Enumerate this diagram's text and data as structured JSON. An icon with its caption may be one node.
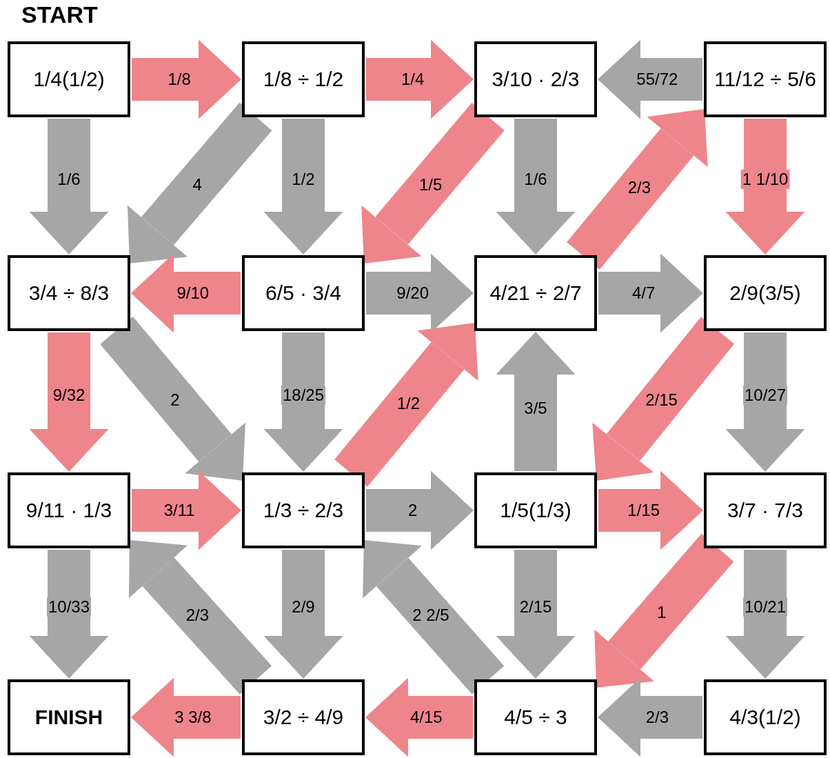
{
  "diagram": {
    "nodes": [
      {
        "text": [
          "START",
          "1/4(1/2)"
        ]
      },
      {
        "text": [
          "1/8 ÷ 1/2"
        ]
      },
      {
        "text": [
          "3/10 · 2/3"
        ]
      },
      {
        "text": [
          "11/12 ÷ 5/6"
        ]
      },
      {
        "text": [
          "3/4 ÷ 8/3"
        ]
      },
      {
        "text": [
          "6/5 · 3/4"
        ]
      },
      {
        "text": [
          "4/21 ÷ 2/7"
        ]
      },
      {
        "text": [
          "2/9(3/5)"
        ]
      },
      {
        "text": [
          "9/11 · 1/3"
        ]
      },
      {
        "text": [
          "1/3 ÷ 2/3"
        ]
      },
      {
        "text": [
          "1/5(1/3)"
        ]
      },
      {
        "text": [
          "3/7 · 7/3"
        ]
      },
      {
        "text": [
          "FINISH"
        ]
      },
      {
        "text": [
          "3/2 ÷ 4/9"
        ]
      },
      {
        "text": [
          "4/5 ÷ 3"
        ]
      },
      {
        "text": [
          "4/3(1/2)"
        ]
      }
    ],
    "edges": [
      {
        "from": 0,
        "to": 1,
        "arrow": "to",
        "label": "1/8",
        "color": "#ee858b"
      },
      {
        "from": 1,
        "to": 2,
        "arrow": "to",
        "label": "1/4",
        "color": "#ee858b"
      },
      {
        "from": 3,
        "to": 2,
        "arrow": "to",
        "label": "55/72"
      },
      {
        "from": 0,
        "to": 4,
        "arrow": "to",
        "label": "1/6"
      },
      {
        "from": 1,
        "to": 4,
        "arrow": "to",
        "label": "4"
      },
      {
        "from": 1,
        "to": 5,
        "arrow": "to",
        "label": "1/2"
      },
      {
        "from": 2,
        "to": 5,
        "arrow": "to",
        "label": "1/5",
        "color": "#ee858b"
      },
      {
        "from": 2,
        "to": 6,
        "arrow": "to",
        "label": "1/6"
      },
      {
        "from": 6,
        "to": 3,
        "arrow": "to",
        "label": "2/3",
        "color": "#ee858b"
      },
      {
        "from": 3,
        "to": 7,
        "arrow": "to",
        "label": "1 1/10",
        "color": "#ee858b"
      },
      {
        "from": 5,
        "to": 4,
        "arrow": "to",
        "label": "9/10",
        "color": "#ee858b"
      },
      {
        "from": 5,
        "to": 6,
        "arrow": "to",
        "label": "9/20"
      },
      {
        "from": 6,
        "to": 7,
        "arrow": "to",
        "label": "4/7"
      },
      {
        "from": 4,
        "to": 8,
        "arrow": "to",
        "label": "9/32",
        "color": "#ee858b"
      },
      {
        "from": 4,
        "to": 9,
        "arrow": "to",
        "label": "2"
      },
      {
        "from": 5,
        "to": 9,
        "arrow": "to",
        "label": "18/25"
      },
      {
        "from": 9,
        "to": 6,
        "arrow": "to",
        "label": "1/2",
        "color": "#ee858b"
      },
      {
        "from": 10,
        "to": 6,
        "arrow": "to",
        "label": "3/5"
      },
      {
        "from": 7,
        "to": 10,
        "arrow": "to",
        "label": "2/15",
        "color": "#ee858b"
      },
      {
        "from": 7,
        "to": 11,
        "arrow": "to",
        "label": "10/27"
      },
      {
        "from": 8,
        "to": 9,
        "arrow": "to",
        "label": "3/11",
        "color": "#ee858b"
      },
      {
        "from": 9,
        "to": 10,
        "arrow": "to",
        "label": "2"
      },
      {
        "from": 10,
        "to": 11,
        "arrow": "to",
        "label": "1/15",
        "color": "#ee858b"
      },
      {
        "from": 8,
        "to": 12,
        "arrow": "to",
        "label": "10/33"
      },
      {
        "from": 13,
        "to": 8,
        "arrow": "to",
        "label": "2/3"
      },
      {
        "from": 9,
        "to": 13,
        "arrow": "to",
        "label": "2/9"
      },
      {
        "from": 14,
        "to": 9,
        "arrow": "to",
        "label": "2 2/5"
      },
      {
        "from": 10,
        "to": 14,
        "arrow": "to",
        "label": "2/15"
      },
      {
        "from": 11,
        "to": 14,
        "arrow": "to",
        "label": "1",
        "color": "#ee858b"
      },
      {
        "from": 11,
        "to": 15,
        "arrow": "to",
        "label": "10/21"
      },
      {
        "from": 13,
        "to": 12,
        "arrow": "to",
        "label": "3 3/8",
        "color": "#ee858b"
      },
      {
        "from": 14,
        "to": 13,
        "arrow": "to",
        "label": "4/15",
        "color": "#ee858b"
      },
      {
        "from": 15,
        "to": 14,
        "arrow": "to",
        "label": "2/3"
      }
    ]
  }
}
